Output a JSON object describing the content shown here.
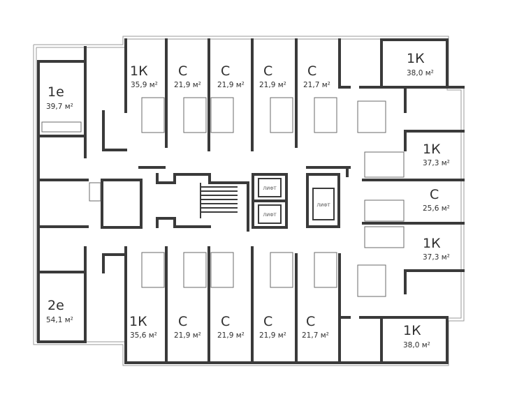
{
  "title": "Floor plan",
  "lift_label": "ЛИФТ",
  "units": {
    "left_top": {
      "type": "1е",
      "area": "39,7 м²"
    },
    "left_bottom": {
      "type": "2е",
      "area": "54,1 м²"
    },
    "top": [
      {
        "type": "1К",
        "area": "35,9 м²"
      },
      {
        "type": "С",
        "area": "21,9 м²"
      },
      {
        "type": "С",
        "area": "21,9 м²"
      },
      {
        "type": "С",
        "area": "21,9 м²"
      },
      {
        "type": "С",
        "area": "21,7 м²"
      }
    ],
    "bottom": [
      {
        "type": "1К",
        "area": "35,6 м²"
      },
      {
        "type": "С",
        "area": "21,9 м²"
      },
      {
        "type": "С",
        "area": "21,9 м²"
      },
      {
        "type": "С",
        "area": "21,9 м²"
      },
      {
        "type": "С",
        "area": "21,7 м²"
      }
    ],
    "right": [
      {
        "type": "1К",
        "area": "38,0 м²"
      },
      {
        "type": "1К",
        "area": "37,3 м²"
      },
      {
        "type": "С",
        "area": "25,6 м²"
      },
      {
        "type": "1К",
        "area": "37,3 м²"
      },
      {
        "type": "1К",
        "area": "38,0 м²"
      }
    ]
  }
}
